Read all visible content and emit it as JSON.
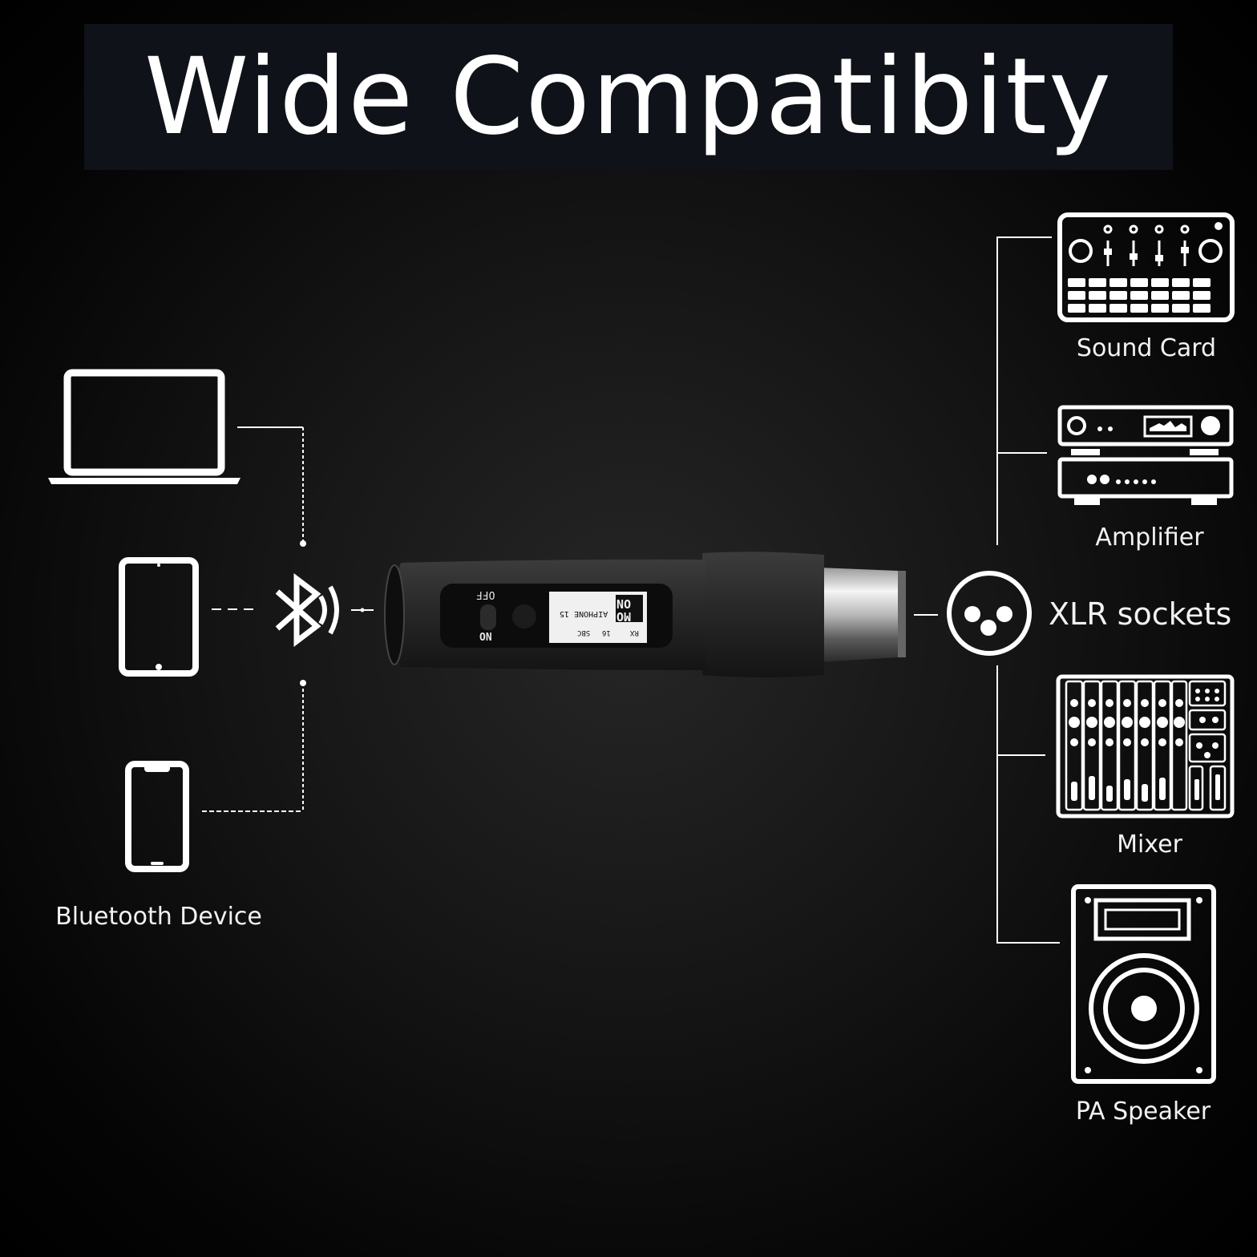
{
  "title": "Wide Compatibity",
  "left": {
    "source_label": "Bluetooth Device"
  },
  "device": {
    "switch_off_label": "OFF",
    "switch_on_label": "ON",
    "screen_mode_top": "ON",
    "screen_mode_bottom": "MO",
    "screen_name": "AIPHONE 15",
    "screen_codec": "SBC",
    "screen_mode": "RX",
    "screen_volume": "16"
  },
  "right": {
    "xlr_label": "XLR sockets",
    "devices": [
      {
        "label": "Sound Card",
        "icon": "sound-card-icon"
      },
      {
        "label": "Amplifier",
        "icon": "amplifier-icon"
      },
      {
        "label": "Mixer",
        "icon": "mixer-icon"
      },
      {
        "label": "PA Speaker",
        "icon": "pa-speaker-icon"
      }
    ]
  },
  "colors": {
    "background": "#000000",
    "banner": "#0f1218",
    "text": "#ffffff"
  }
}
